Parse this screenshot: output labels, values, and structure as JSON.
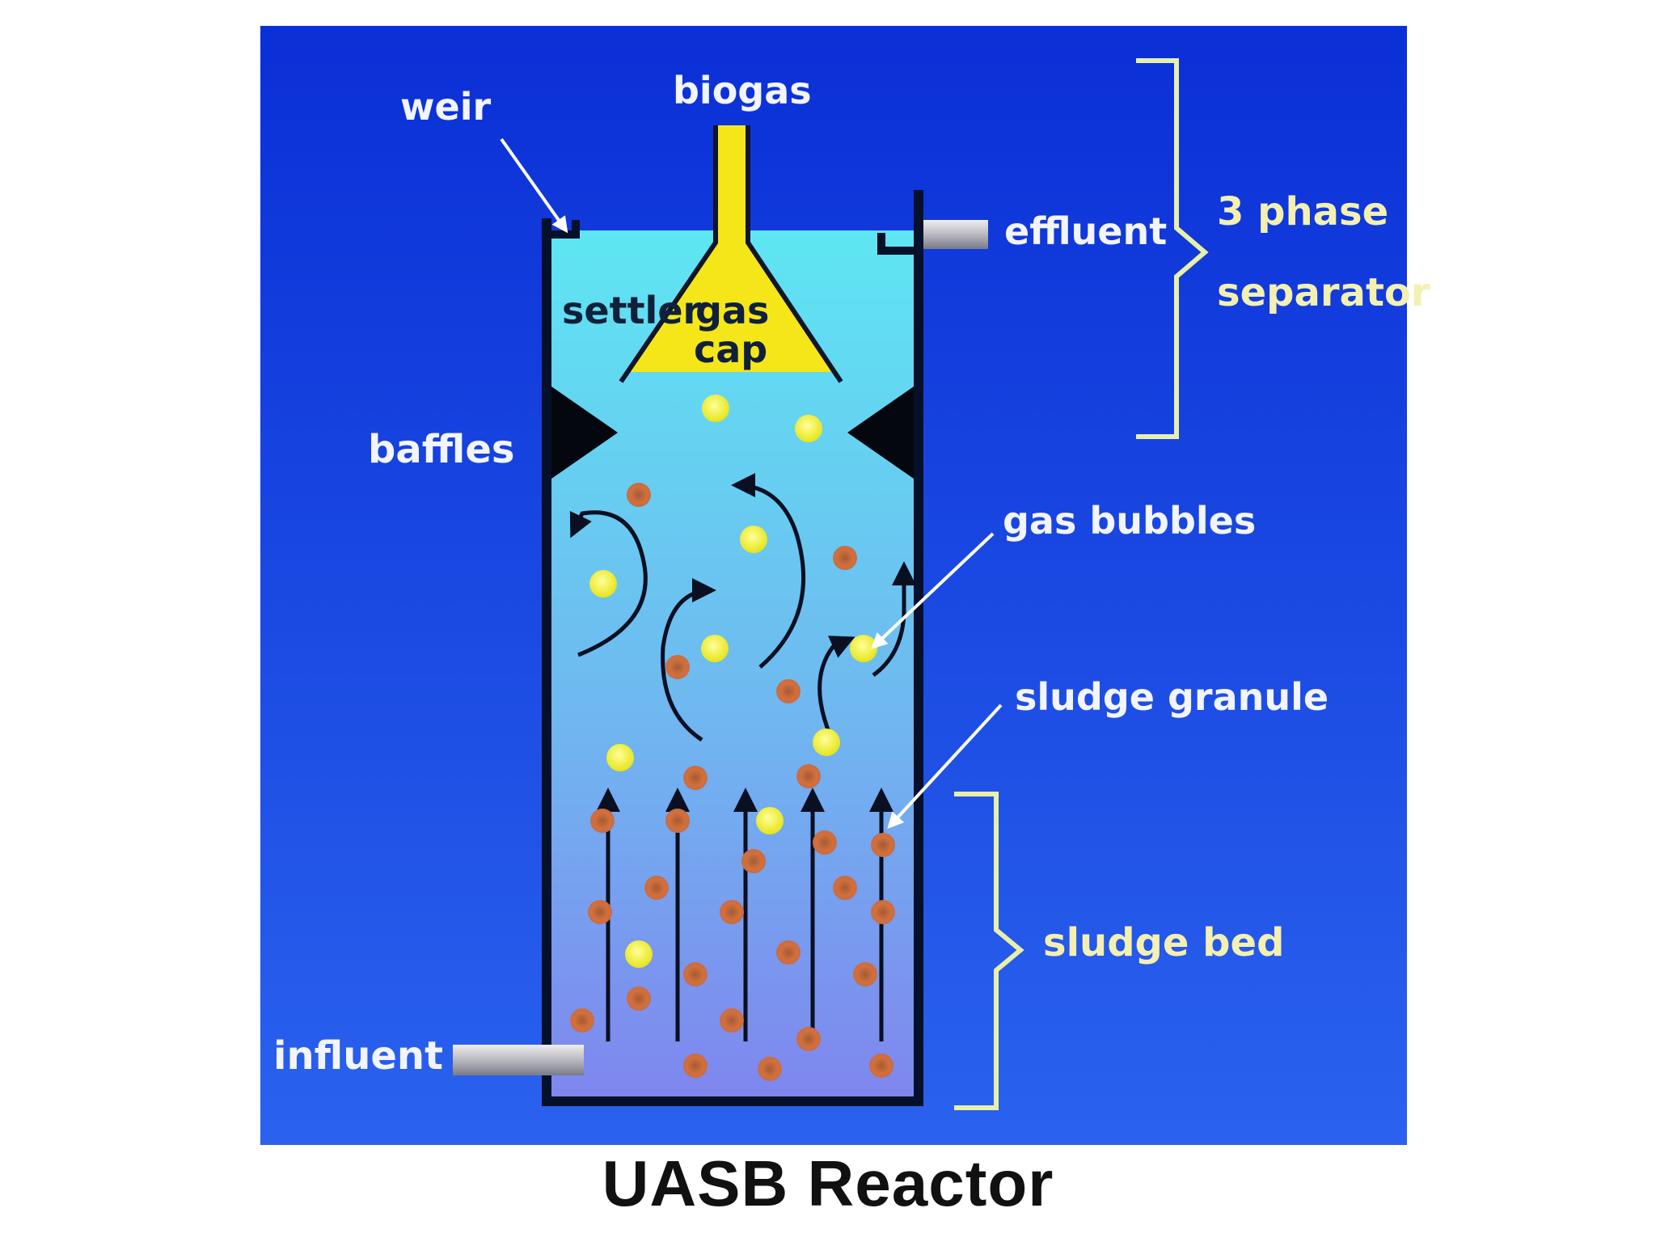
{
  "labels": {
    "weir": "weir",
    "biogas": "biogas",
    "effluent": "effluent",
    "three_phase_line1": "3 phase",
    "three_phase_line2": "separator",
    "settler": "settler",
    "gas_cap_line1": "gas",
    "gas_cap_line2": "cap",
    "baffles": "baffles",
    "gas_bubbles": "gas bubbles",
    "sludge_granule": "sludge granule",
    "sludge_bed": "sludge bed",
    "influent": "influent"
  },
  "caption": "UASB Reactor",
  "colors": {
    "background_top": "#0a2fd6",
    "background_bottom": "#2a62ee",
    "liquid_top": "#5ee6f2",
    "liquid_bottom": "#7f86ee",
    "gas_cap": "#f5e61a",
    "bubble": "#f2f23a",
    "granule": "#d2703a",
    "bracket": "#e8f0a8",
    "wall": "#05102a"
  }
}
